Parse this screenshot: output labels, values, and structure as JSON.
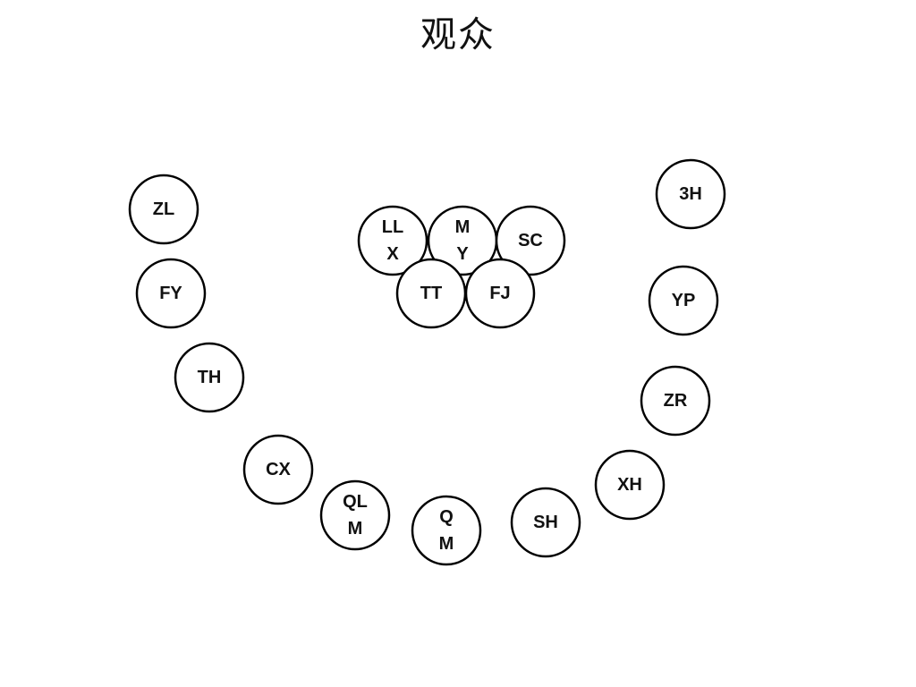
{
  "title": "观众",
  "colors": {
    "stroke": "#000000",
    "fill": "#ffffff",
    "text": "#111111"
  },
  "seats": [
    {
      "id": "zl",
      "lines": [
        "ZL"
      ]
    },
    {
      "id": "fy",
      "lines": [
        "FY"
      ]
    },
    {
      "id": "th",
      "lines": [
        "TH"
      ]
    },
    {
      "id": "cx",
      "lines": [
        "CX"
      ]
    },
    {
      "id": "qlm",
      "lines": [
        "QL",
        "M"
      ]
    },
    {
      "id": "qm",
      "lines": [
        "Q",
        "M"
      ]
    },
    {
      "id": "sh",
      "lines": [
        "SH"
      ]
    },
    {
      "id": "xh",
      "lines": [
        "XH"
      ]
    },
    {
      "id": "zr",
      "lines": [
        "ZR"
      ]
    },
    {
      "id": "yp",
      "lines": [
        "YP"
      ]
    },
    {
      "id": "3h",
      "lines": [
        "3H"
      ]
    },
    {
      "id": "llx",
      "lines": [
        "LL",
        "X"
      ]
    },
    {
      "id": "my",
      "lines": [
        "M",
        "Y"
      ]
    },
    {
      "id": "sc",
      "lines": [
        "SC"
      ]
    },
    {
      "id": "tt",
      "lines": [
        "TT"
      ]
    },
    {
      "id": "fj",
      "lines": [
        "FJ"
      ]
    }
  ]
}
